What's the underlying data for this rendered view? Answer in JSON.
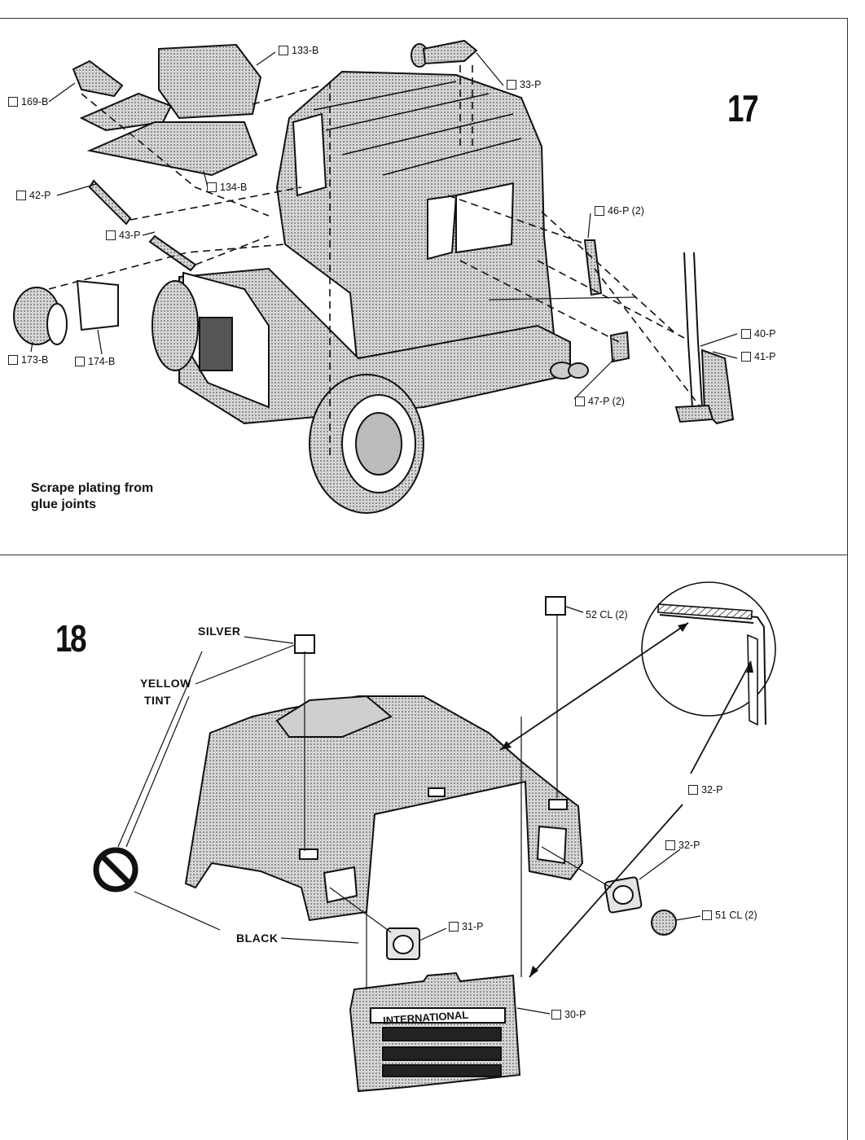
{
  "step17": {
    "number": "17",
    "note_line1": "Scrape plating from",
    "note_line2": "glue joints",
    "parts": [
      {
        "id": "p133b",
        "label": "133-B"
      },
      {
        "id": "p33p",
        "label": "33-P"
      },
      {
        "id": "p169b",
        "label": "169-B"
      },
      {
        "id": "p134b",
        "label": "134-B"
      },
      {
        "id": "p42p",
        "label": "42-P"
      },
      {
        "id": "p43p",
        "label": "43-P"
      },
      {
        "id": "p46p",
        "label": "46-P (2)"
      },
      {
        "id": "p173b",
        "label": "173-B"
      },
      {
        "id": "p174b",
        "label": "174-B"
      },
      {
        "id": "p40p",
        "label": "40-P"
      },
      {
        "id": "p41p",
        "label": "41-P"
      },
      {
        "id": "p47p",
        "label": "47-P (2)"
      }
    ]
  },
  "step18": {
    "number": "18",
    "callouts": {
      "silver": "SILVER",
      "yellow": "YELLOW",
      "tint": "TINT",
      "black": "BLACK"
    },
    "grille_text": "INTERNATIONAL",
    "parts": [
      {
        "id": "p52cl",
        "label": "52 CL (2)"
      },
      {
        "id": "p32pa",
        "label": "32-P"
      },
      {
        "id": "p32pb",
        "label": "32-P"
      },
      {
        "id": "p31p",
        "label": "31-P"
      },
      {
        "id": "p51cl",
        "label": "51 CL (2)"
      },
      {
        "id": "p30p",
        "label": "30-P"
      }
    ]
  }
}
